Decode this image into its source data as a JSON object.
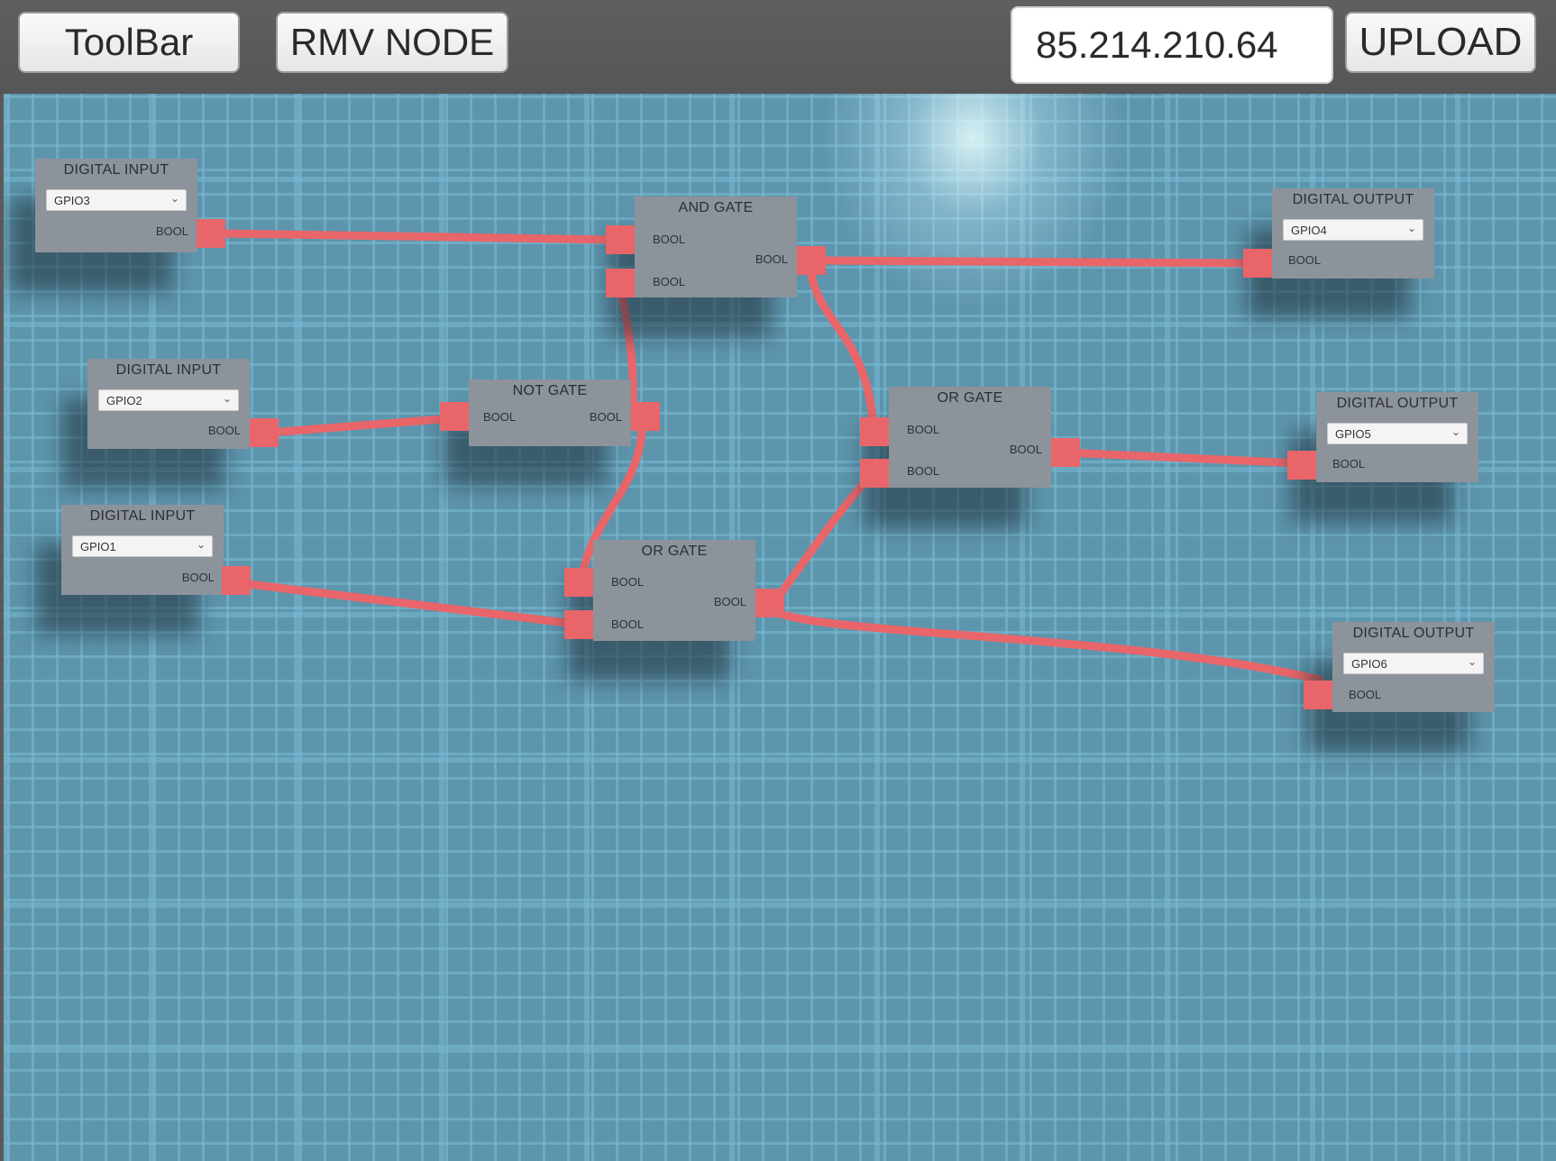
{
  "toolbar": {
    "toolbar_label": "ToolBar",
    "rmv_label": "RMV NODE",
    "ip_value": "85.214.210.64",
    "upload_label": "UPLOAD"
  },
  "port_label": "BOOL",
  "chevron": "⌄",
  "colors": {
    "wire": "#e8666a",
    "node": "#8d939b",
    "grid": "#5d95ad"
  },
  "nodes": {
    "input_gpio3": {
      "title": "DIGITAL INPUT",
      "dropdown": "GPIO3"
    },
    "input_gpio2": {
      "title": "DIGITAL INPUT",
      "dropdown": "GPIO2"
    },
    "input_gpio1": {
      "title": "DIGITAL INPUT",
      "dropdown": "GPIO1"
    },
    "and_gate": {
      "title": "AND GATE"
    },
    "not_gate": {
      "title": "NOT GATE"
    },
    "or_gate_top": {
      "title": "OR GATE"
    },
    "or_gate_bottom": {
      "title": "OR GATE"
    },
    "output_gpio4": {
      "title": "DIGITAL OUTPUT",
      "dropdown": "GPIO4"
    },
    "output_gpio5": {
      "title": "DIGITAL OUTPUT",
      "dropdown": "GPIO5"
    },
    "output_gpio6": {
      "title": "DIGITAL OUTPUT",
      "dropdown": "GPIO6"
    }
  }
}
